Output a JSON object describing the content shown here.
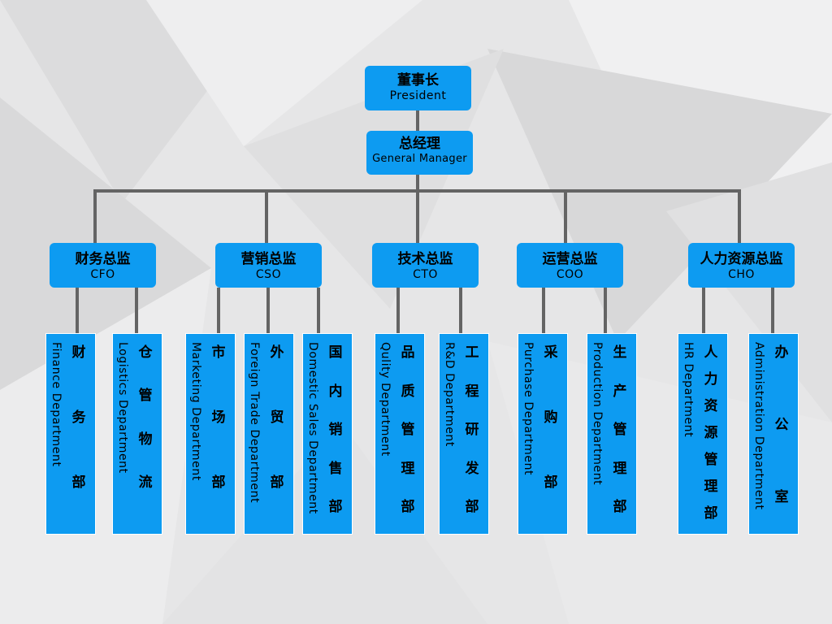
{
  "president": {
    "zh": "董事长",
    "en": "President"
  },
  "gm": {
    "zh": "总经理",
    "en": "General Manager"
  },
  "directors": [
    {
      "zh": "财务总监",
      "en": "CFO"
    },
    {
      "zh": "营销总监",
      "en": "CSO"
    },
    {
      "zh": "技术总监",
      "en": "CTO"
    },
    {
      "zh": "运营总监",
      "en": "COO"
    },
    {
      "zh": "人力资源总监",
      "en": "CHO"
    }
  ],
  "departments": [
    {
      "zh": "财务部",
      "en": "Finance Department"
    },
    {
      "zh": "仓管物流",
      "en": "Logistics Department"
    },
    {
      "zh": "市场部",
      "en": "Marketing Department"
    },
    {
      "zh": "外贸部",
      "en": "Foreign Trade Department"
    },
    {
      "zh": "国内销售部",
      "en": "Domestic Sales Department"
    },
    {
      "zh": "品质管理部",
      "en": "Qulity Department"
    },
    {
      "zh": "工程研发部",
      "en": "R&D Department"
    },
    {
      "zh": "采购部",
      "en": "Purchase Department"
    },
    {
      "zh": "生产管理部",
      "en": "Production Department"
    },
    {
      "zh": "人力资源管理部",
      "en": "HR Department"
    },
    {
      "zh": "办公室",
      "en": "Administration Department"
    }
  ],
  "colors": {
    "box": "#0d9bf1",
    "connector": "#646464",
    "background": "#e6e6e7"
  }
}
